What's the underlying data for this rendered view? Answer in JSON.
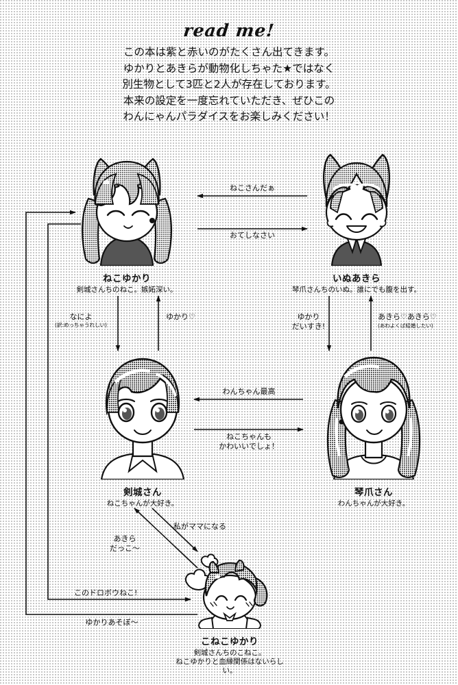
{
  "header": {
    "title": "read me!",
    "lines": [
      "この本は紫と赤いのがたくさん出てきます。",
      "ゆかりとあきらが動物化しちゃた★ではなく",
      "別生物として3匹と2人が存在しております。",
      "本来の設定を一度忘れていただき、ぜひこの",
      "わんにゃんパラダイスをお楽しみください！"
    ]
  },
  "characters": {
    "neko_yukari": {
      "name": "ねこゆかり",
      "desc": "剣城さんちのねこ。嫉妬深い。",
      "art": "cat-girl-closed-eyes"
    },
    "inu_akira": {
      "name": "いぬあきら",
      "desc": "琴爪さんちのいぬ。誰にでも腹を出す。",
      "art": "dog-boy-smiling"
    },
    "tsurugi": {
      "name": "剣城さん",
      "desc": "ねこちゃんが大好き。",
      "art": "boy-short-hair"
    },
    "kotsume": {
      "name": "琴爪さん",
      "desc": "わんちゃんが大好き。",
      "art": "girl-long-hair"
    },
    "koneko_yukari": {
      "name": "こねこゆかり",
      "desc1": "剣城さんちのこねこ。",
      "desc2": "ねこゆかりと血縁関係はないらしい。",
      "art": "kitten-girl"
    }
  },
  "arrows": {
    "neko_to_inu_top": "ねこさんだぁ",
    "inu_to_neko_bottom": "おてしなさい",
    "neko_to_tsurugi": "なによ",
    "neko_to_tsurugi_sub": "(訳:めっちゃうれしい)",
    "tsurugi_to_neko": "ゆかり♡",
    "inu_to_kotsume_line1": "ゆかり",
    "inu_to_kotsume_line2": "だいすき!",
    "kotsume_to_inu_line1": "あきら♡あきら♡",
    "kotsume_to_inu_sub": "(あわよくば結婚したい)",
    "kotsume_to_tsurugi": "わんちゃん最高",
    "tsurugi_to_kotsume_line1": "ねこちゃんも",
    "tsurugi_to_kotsume_line2": "かわいいでしょ！",
    "tsurugi_to_koneko": "私がママになる",
    "koneko_to_tsurugi_line1": "あきら",
    "koneko_to_tsurugi_line2": "だっこ～",
    "neko_to_koneko": "このドロボウねこ!",
    "koneko_to_neko": "ゆかりあそぼ～"
  },
  "colors": {
    "ink": "#111111",
    "tone": "#b8b8b8",
    "hair_fill": "#9a9a9a",
    "paper": "#ffffff"
  }
}
